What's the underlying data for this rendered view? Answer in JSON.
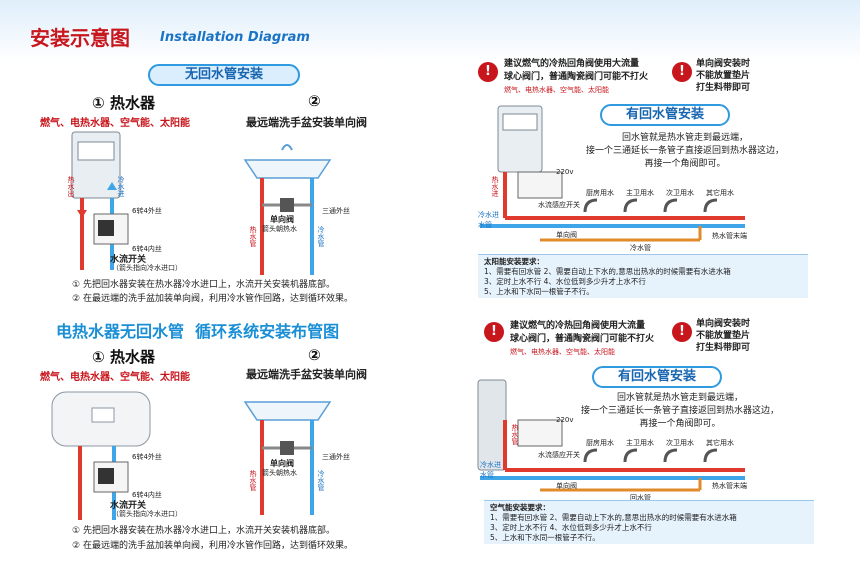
{
  "header": {
    "title": "安装示意图",
    "subtitle": "Installation Diagram"
  },
  "left_top": {
    "pill": "无回水管安装",
    "s1_num": "①",
    "s1_title": "热水器",
    "s2_num": "②",
    "s2_title": "最远端洗手盆安装单向阀",
    "types": "燃气、电热水器、空气能、太阳能",
    "hot_out": "热水出",
    "cold_in": "冷水进",
    "wire6": "6转4外丝",
    "wire6in": "6转4内丝",
    "flow_switch": "水流开关",
    "flow_note": "（箭头指向冷水进口）",
    "check_valve": "单向阀",
    "check_note": "箭头朝热水",
    "tee": "三通外丝",
    "hot_pipe": "热水管",
    "cold_pipe": "冷水管",
    "note1": "先把回水器安装在热水器冷水进口上，水流开关安装机器底部。",
    "note2": "在最远端的洗手盆加装单向阀，利用冷水管作回路，达到循环效果。"
  },
  "left_bottom": {
    "heading_a": "电热水器无回水管",
    "heading_b": "循环系统安装布管图",
    "s1_num": "①",
    "s1_title": "热水器",
    "s2_num": "②",
    "s2_title": "最远端洗手盆安装单向阀",
    "types": "燃气、电热水器、空气能、太阳能",
    "wire6": "6转4外丝",
    "wire6in": "6转4内丝",
    "flow_switch": "水流开关",
    "flow_note": "（箭头指向冷水进口）",
    "check_valve": "单向阀",
    "check_note": "箭头朝热水",
    "tee": "三通外丝",
    "hot_pipe": "热水管",
    "cold_pipe": "冷水管",
    "note1": "先把回水器安装在热水器冷水进口上，水流开关安装机器底部。",
    "note2": "在最远端的洗手盆加装单向阀，利用冷水管作回路，达到循环效果。"
  },
  "right_top": {
    "warn_a1": "建议燃气的冷热回角阀使用大流量",
    "warn_a2": "球心阀门，普通陶瓷阀门可能不打火",
    "warn_a3": "燃气、电热水器、空气能、太阳能",
    "warn_b1": "单向阀安装时",
    "warn_b2": "不能放置垫片",
    "warn_b3": "打生料带即可",
    "pill": "有回水管安装",
    "desc1": "回水管就是热水管走到最远端，",
    "desc2": "接一个三通延长一条管子直接返回到热水器这边，",
    "desc3": "再接一个角阀即可。",
    "v220": "220v",
    "taps": [
      "厨房用水",
      "主卫用水",
      "次卫用水",
      "其它用水"
    ],
    "hot_in": "热水进",
    "cold_in": "冷水进水管",
    "flow_switch": "水流感应开关",
    "check": "单向阀",
    "cold_pipe": "冷水管",
    "return_end": "热水管末端",
    "box_title": "太阳能安装要求：",
    "box_l1": "1、需要有回水管 2、需要自动上下水的,意思出热水的时候需要有水进水箱",
    "box_l2": "3、定时上水不行 4、水位低到多少升才上水不行",
    "box_l3": "5、上水和下水同一根管子不行。"
  },
  "right_bottom": {
    "warn_a1": "建议燃气的冷热回角阀使用大流量",
    "warn_a2": "球心阀门，普通陶瓷阀门可能不打火",
    "warn_a3": "燃气、电热水器、空气能、太阳能",
    "warn_b1": "单向阀安装时",
    "warn_b2": "不能放置垫片",
    "warn_b3": "打生料带即可",
    "pill": "有回水管安装",
    "desc1": "回水管就是热水管走到最远端，",
    "desc2": "接一个三通延长一条管子直接返回到热水器这边，",
    "desc3": "再接一个角阀即可。",
    "v220": "220v",
    "taps": [
      "厨房用水",
      "主卫用水",
      "次卫用水",
      "其它用水"
    ],
    "hot_in": "热水管",
    "cold_in": "冷水进水管",
    "flow_switch": "水流感应开关",
    "check": "单向阀",
    "cold_pipe": "回水管",
    "return_end": "热水管末端",
    "box_title": "空气能安装要求：",
    "box_l1": "1、需要有回水管 2、需要自动上下水的,意思出热水的时候需要有水进水箱",
    "box_l2": "3、定时上水不行 4、水位低到多少升才上水不行",
    "box_l3": "5、上水和下水同一根管子不行。"
  },
  "colors": {
    "accent": "#1a73c5",
    "warn": "#c8161d",
    "hot": "#e03a2f",
    "cold": "#3da5e8"
  }
}
